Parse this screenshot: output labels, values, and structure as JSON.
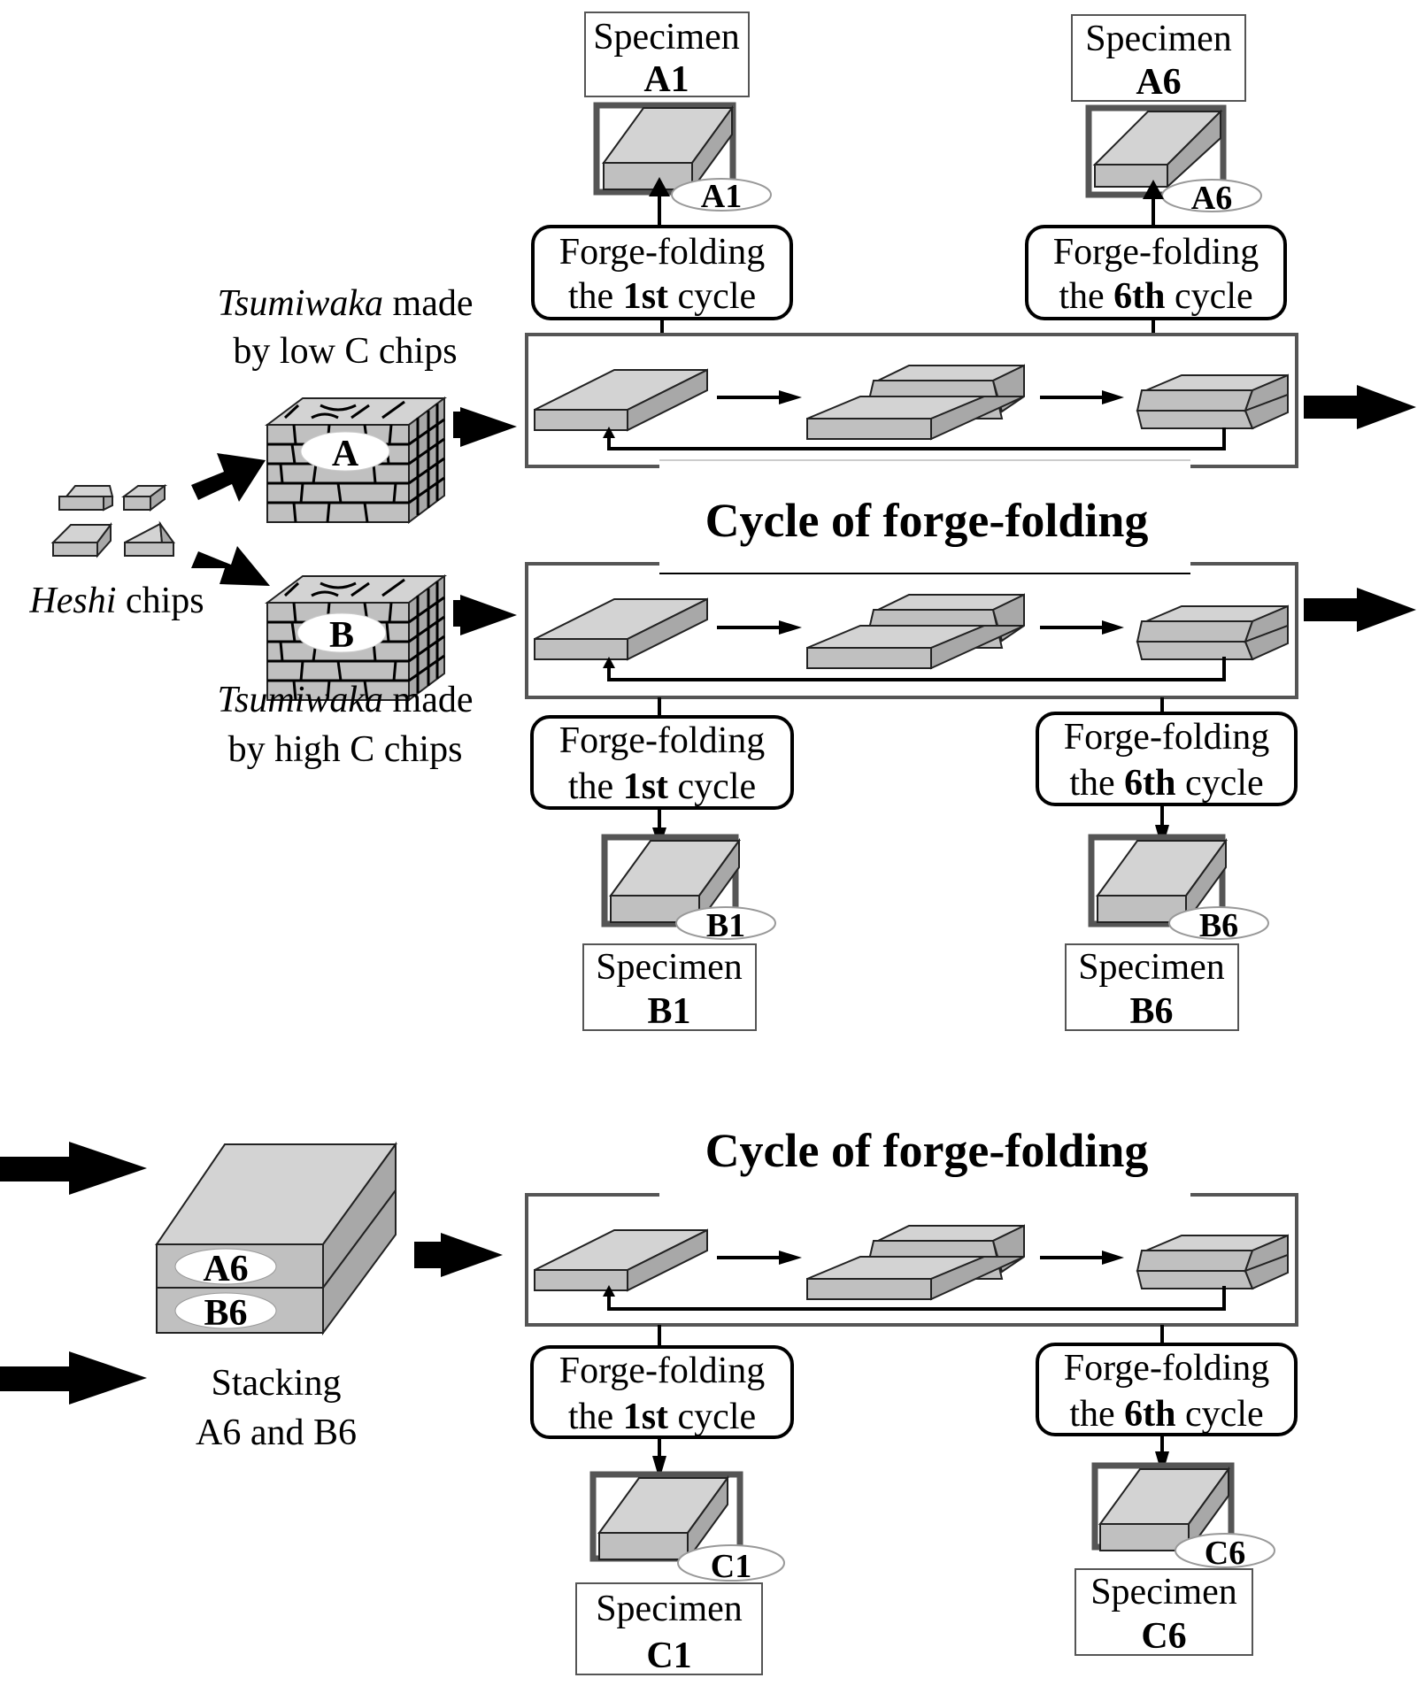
{
  "figure": {
    "cycle_title": "Cycle of forge-folding",
    "specimen_word": "Specimen",
    "forge_line1": "Forge-folding",
    "forge_the": "the",
    "forge_cycle": "cycle",
    "first_cycle": "1st",
    "sixth_cycle": "6th"
  },
  "chips": {
    "label_italic": "Heshi",
    "label_rest": "chips"
  },
  "tsumiwaka_a": {
    "italic": "Tsumiwaka",
    "made": "made",
    "line2": "by low C chips",
    "block_label": "A"
  },
  "tsumiwaka_b": {
    "italic": "Tsumiwaka",
    "made": "made",
    "line2": "by high C chips",
    "block_label": "B"
  },
  "stacking": {
    "line1": "Stacking",
    "line2": "A6 and B6",
    "top_label": "A6",
    "bottom_label": "B6"
  },
  "specimens": {
    "A1": "A1",
    "A6": "A6",
    "B1": "B1",
    "B6": "B6",
    "C1": "C1",
    "C6": "C6"
  }
}
